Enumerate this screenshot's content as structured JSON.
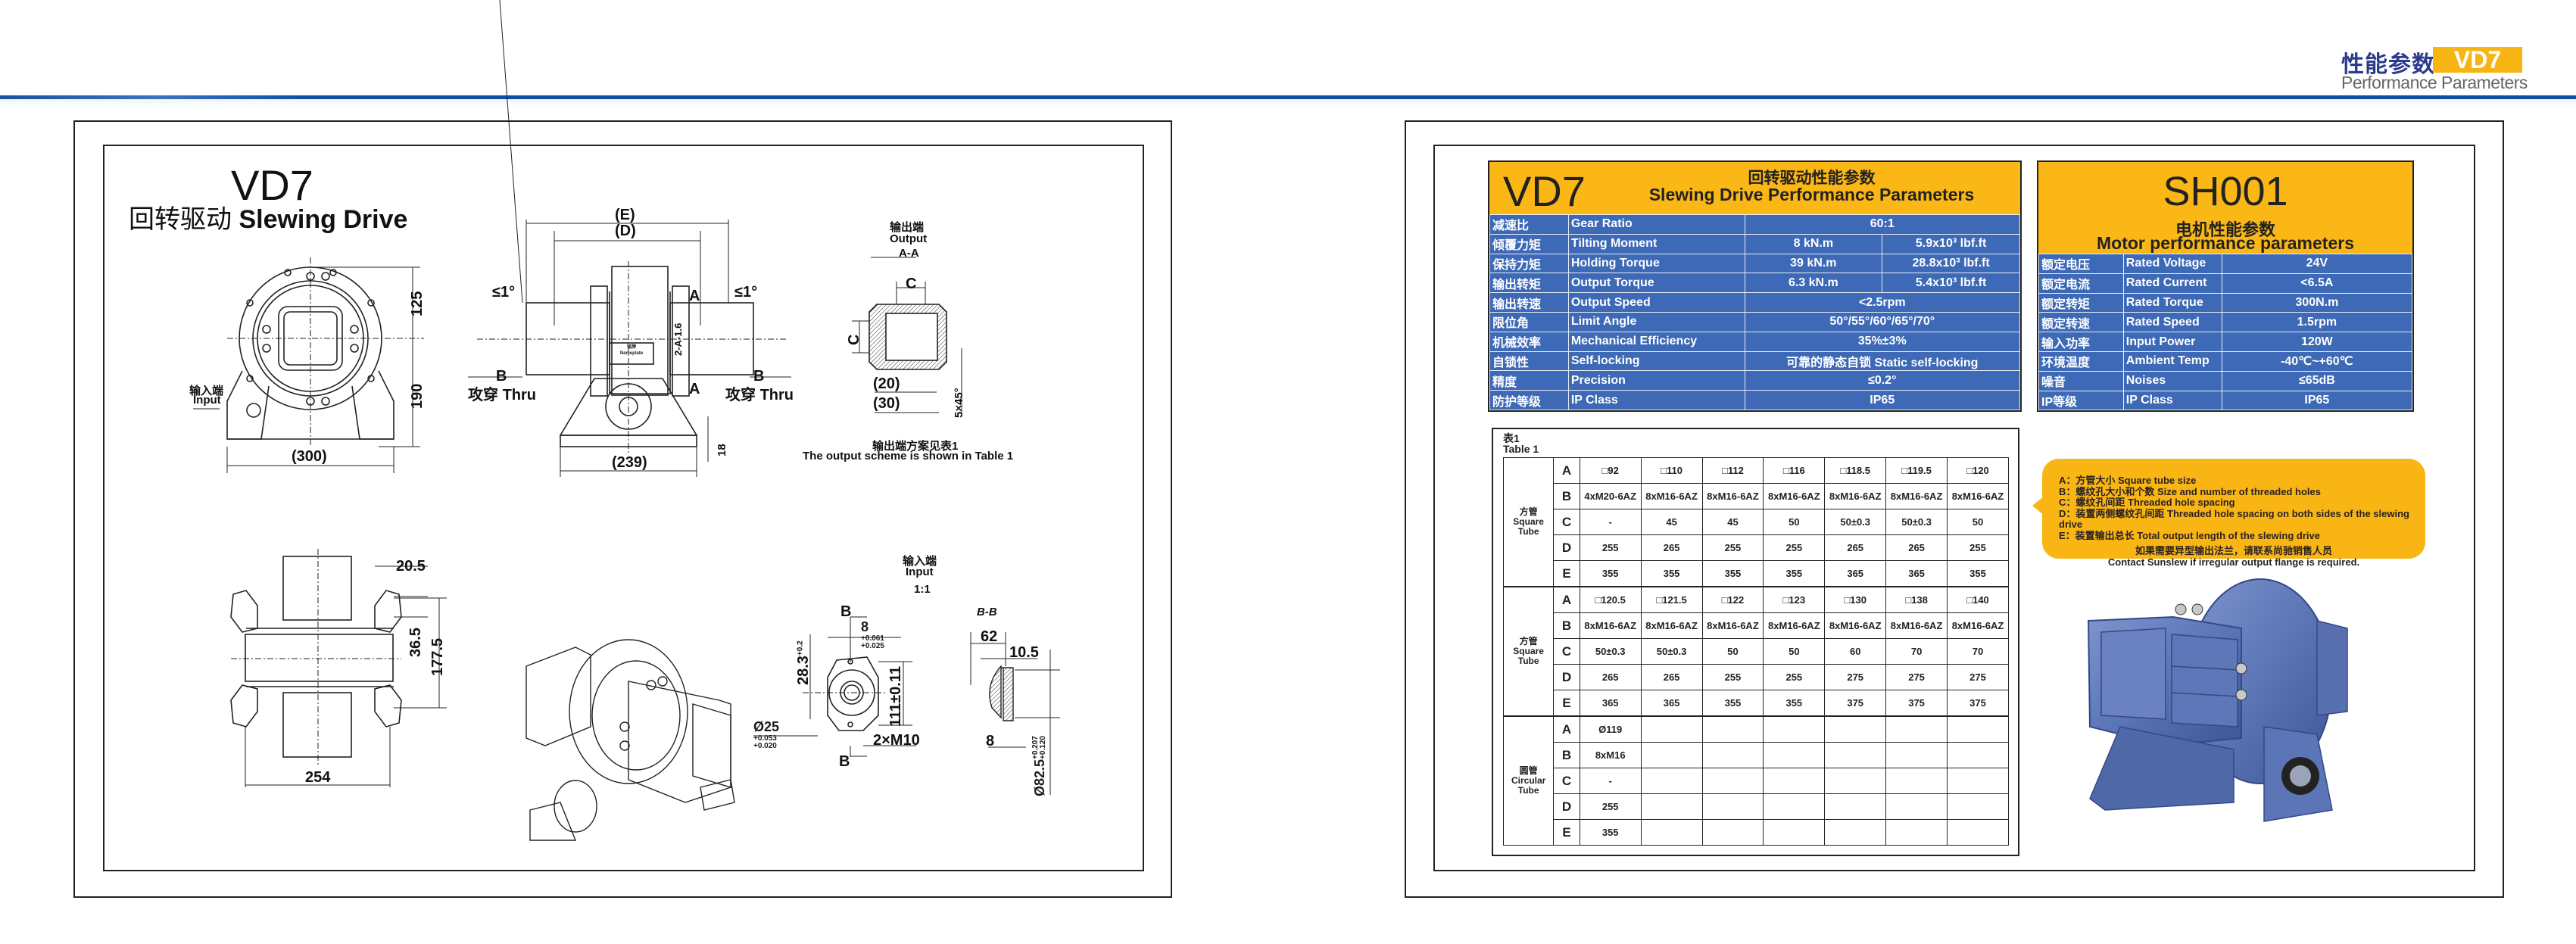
{
  "header": {
    "title_cn": "性能参数",
    "model_badge": "VD7",
    "title_en": "Performance Parameters",
    "accent_color": "#0f4ea6",
    "badge_color": "#f7b513"
  },
  "left_page": {
    "model": "VD7",
    "subtitle_cn": "回转驱动",
    "subtitle_en": "Slewing Drive",
    "front_view": {
      "dim_height_top": "125",
      "dim_height_bottom": "190",
      "dim_width": "(300)",
      "input_label_cn": "输入端",
      "input_label_en": "Input"
    },
    "side_view": {
      "dim_E": "(E)",
      "dim_D": "(D)",
      "angle_left": "≤1°",
      "angle_right": "≤1°",
      "section_A_top": "A",
      "section_A_bottom": "A",
      "hole_label": "B",
      "thru_label_cn": "攻穿",
      "thru_label_en": "Thru",
      "dim_2A": "2-A-1.6",
      "nameplate_cn": "铭牌",
      "nameplate_en": "Nameplate",
      "dim_base": "(239)",
      "dim_18": "18"
    },
    "output_view": {
      "label_cn": "输出端",
      "label_en": "Output",
      "section": "A-A",
      "dim_C": "C",
      "dim_20": "(20)",
      "dim_30": "(30)",
      "chamfer": "5×45°",
      "note_cn": "输出端方案见表1",
      "note_en": "The output scheme is shown in Table 1"
    },
    "top_view": {
      "dim_20_5": "20.5",
      "dim_36_5": "36.5",
      "dim_177_5": "177.5",
      "dim_254": "254"
    },
    "input_view": {
      "label_cn": "输入端",
      "label_en": "Input",
      "scale": "1:1",
      "section_mark": "B",
      "key_width": "8",
      "key_tol_upper": "+0.061",
      "key_tol_lower": "+0.025",
      "dim_28_3": "28.3",
      "dim_28_3_tol_upper": "+0.2",
      "dim_28_3_tol_lower": "0",
      "shaft_dia": "Ø25",
      "shaft_tol_upper": "+0.053",
      "shaft_tol_lower": "+0.020",
      "dim_111": "111±0.11",
      "thread": "2×M10"
    },
    "section_bb": {
      "label": "B-B",
      "dim_62": "62",
      "dim_10_5": "10.5",
      "dim_8": "8",
      "bore_dia": "Ø82.5",
      "bore_tol_upper": "+0.207",
      "bore_tol_lower": "+0.120"
    }
  },
  "vd7_table": {
    "model": "VD7",
    "title_cn": "回转驱动性能参数",
    "title_en": "Slewing Drive Performance Parameters",
    "header_color": "#fbb715",
    "row_color": "#3d69b6",
    "rows": [
      {
        "cn": "减速比",
        "en": "Gear Ratio",
        "value": "60:1"
      },
      {
        "cn": "倾覆力矩",
        "en": "Tilting Moment",
        "metric": "8 kN.m",
        "imperial": "5.9x10³ lbf.ft"
      },
      {
        "cn": "保持力矩",
        "en": "Holding Torque",
        "metric": "39 kN.m",
        "imperial": "28.8x10³ lbf.ft"
      },
      {
        "cn": "输出转矩",
        "en": "Output Torque",
        "metric": "6.3 kN.m",
        "imperial": "5.4x10³ lbf.ft"
      },
      {
        "cn": "输出转速",
        "en": "Output Speed",
        "value": "<2.5rpm"
      },
      {
        "cn": "限位角",
        "en": "Limit Angle",
        "value": "50°/55°/60°/65°/70°"
      },
      {
        "cn": "机械效率",
        "en": "Mechanical Efficiency",
        "value": "35%±3%"
      },
      {
        "cn": "自锁性",
        "en": "Self-locking",
        "value": "可靠的静态自锁  Static self-locking"
      },
      {
        "cn": "精度",
        "en": "Precision",
        "value": "≤0.2°"
      },
      {
        "cn": "防护等级",
        "en": "IP Class",
        "value": "IP65"
      }
    ]
  },
  "motor_table": {
    "model": "SH001",
    "title_cn": "电机性能参数",
    "title_en": "Motor performance parameters",
    "rows": [
      {
        "cn": "额定电压",
        "en": "Rated Voltage",
        "value": "24V"
      },
      {
        "cn": "额定电流",
        "en": "Rated Current",
        "value": "<6.5A"
      },
      {
        "cn": "额定转矩",
        "en": "Rated Torque",
        "value": "300N.m"
      },
      {
        "cn": "额定转速",
        "en": "Rated Speed",
        "value": "1.5rpm"
      },
      {
        "cn": "输入功率",
        "en": "Input Power",
        "value": "120W"
      },
      {
        "cn": "环境温度",
        "en": "Ambient Temp",
        "value": "-40℃~+60℃"
      },
      {
        "cn": "噪音",
        "en": "Noises",
        "value": "≤65dB"
      },
      {
        "cn": "IP等级",
        "en": "IP Class",
        "value": "IP65"
      }
    ]
  },
  "table1": {
    "caption_cn": "表1",
    "caption_en": "Table 1",
    "keys": [
      "A",
      "B",
      "C",
      "D",
      "E"
    ],
    "groups": [
      {
        "label_cn": "方管",
        "label_en1": "Square",
        "label_en2": "Tube",
        "rows": [
          [
            "□92",
            "□110",
            "□112",
            "□116",
            "□118.5",
            "□119.5",
            "□120"
          ],
          [
            "4xM20-6AZ",
            "8xM16-6AZ",
            "8xM16-6AZ",
            "8xM16-6AZ",
            "8xM16-6AZ",
            "8xM16-6AZ",
            "8xM16-6AZ"
          ],
          [
            "-",
            "45",
            "45",
            "50",
            "50±0.3",
            "50±0.3",
            "50"
          ],
          [
            "255",
            "265",
            "255",
            "255",
            "265",
            "265",
            "255"
          ],
          [
            "355",
            "355",
            "355",
            "355",
            "365",
            "365",
            "355"
          ]
        ]
      },
      {
        "label_cn": "方管",
        "label_en1": "Square",
        "label_en2": "Tube",
        "rows": [
          [
            "□120.5",
            "□121.5",
            "□122",
            "□123",
            "□130",
            "□138",
            "□140"
          ],
          [
            "8xM16-6AZ",
            "8xM16-6AZ",
            "8xM16-6AZ",
            "8xM16-6AZ",
            "8xM16-6AZ",
            "8xM16-6AZ",
            "8xM16-6AZ"
          ],
          [
            "50±0.3",
            "50±0.3",
            "50",
            "50",
            "60",
            "70",
            "70"
          ],
          [
            "265",
            "265",
            "255",
            "255",
            "275",
            "275",
            "275"
          ],
          [
            "365",
            "365",
            "355",
            "355",
            "375",
            "375",
            "375"
          ]
        ]
      },
      {
        "label_cn": "圆管",
        "label_en1": "Circular",
        "label_en2": "Tube",
        "rows": [
          [
            "Ø119",
            "",
            "",
            "",
            "",
            "",
            ""
          ],
          [
            "8xM16",
            "",
            "",
            "",
            "",
            "",
            ""
          ],
          [
            "-",
            "",
            "",
            "",
            "",
            "",
            ""
          ],
          [
            "255",
            "",
            "",
            "",
            "",
            "",
            ""
          ],
          [
            "355",
            "",
            "",
            "",
            "",
            "",
            ""
          ]
        ]
      }
    ]
  },
  "legend_note": {
    "lines": [
      "A：方管大小  Square tube size",
      "B：螺纹孔大小和个数  Size and number of threaded holes",
      "C：螺纹孔间距  Threaded hole spacing",
      "D：装置两侧螺纹孔间距  Threaded hole spacing on both sides of the slewing drive",
      "E：装置输出总长  Total output length of the slewing drive"
    ],
    "contact_cn": "如果需要异型输出法兰，请联系尚驰销售人员",
    "contact_en": "Contact Sunslew if irregular output flange is required."
  },
  "product_image": {
    "description": "VD7 slewing drive 3D render",
    "color": "#5b75b6"
  }
}
